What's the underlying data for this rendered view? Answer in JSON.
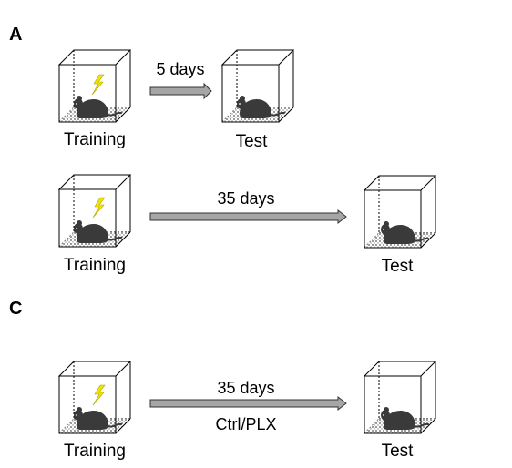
{
  "panels": [
    {
      "letter": "A",
      "rows": [
        {
          "start_label": "Training",
          "end_label": "Test",
          "interval_label": "5 days",
          "sub_label": ""
        },
        {
          "start_label": "Training",
          "end_label": "Test",
          "interval_label": "35 days",
          "sub_label": ""
        }
      ]
    },
    {
      "letter": "C",
      "rows": [
        {
          "start_label": "Training",
          "end_label": "Test",
          "interval_label": "35 days",
          "sub_label": "Ctrl/PLX"
        }
      ]
    }
  ],
  "colors": {
    "mouse": "#3a3a3a",
    "shock": "#f2e300",
    "arrow_fill": "#a6a6a6",
    "grid": "#555555"
  }
}
